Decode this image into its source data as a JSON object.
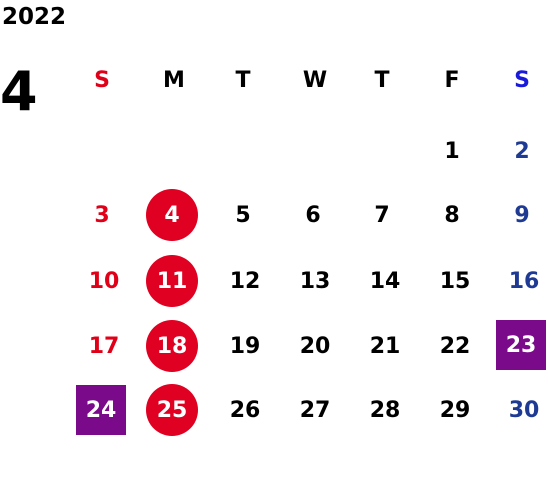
{
  "calendar": {
    "year": "2022",
    "month": "4",
    "weekdays": [
      "S",
      "M",
      "T",
      "W",
      "T",
      "F",
      "S"
    ],
    "weeks": [
      [
        "",
        "",
        "",
        "",
        "",
        "1",
        "2"
      ],
      [
        "3",
        "4",
        "5",
        "6",
        "7",
        "8",
        "9"
      ],
      [
        "10",
        "11",
        "12",
        "13",
        "14",
        "15",
        "16"
      ],
      [
        "17",
        "18",
        "19",
        "20",
        "21",
        "22",
        "23"
      ],
      [
        "24",
        "25",
        "26",
        "27",
        "28",
        "29",
        "30"
      ]
    ]
  },
  "colors": {
    "sunday": "#e00018",
    "saturday": "#1f3a93",
    "circle_highlight": "#e00022",
    "square_highlight": "#7a0a8a"
  }
}
